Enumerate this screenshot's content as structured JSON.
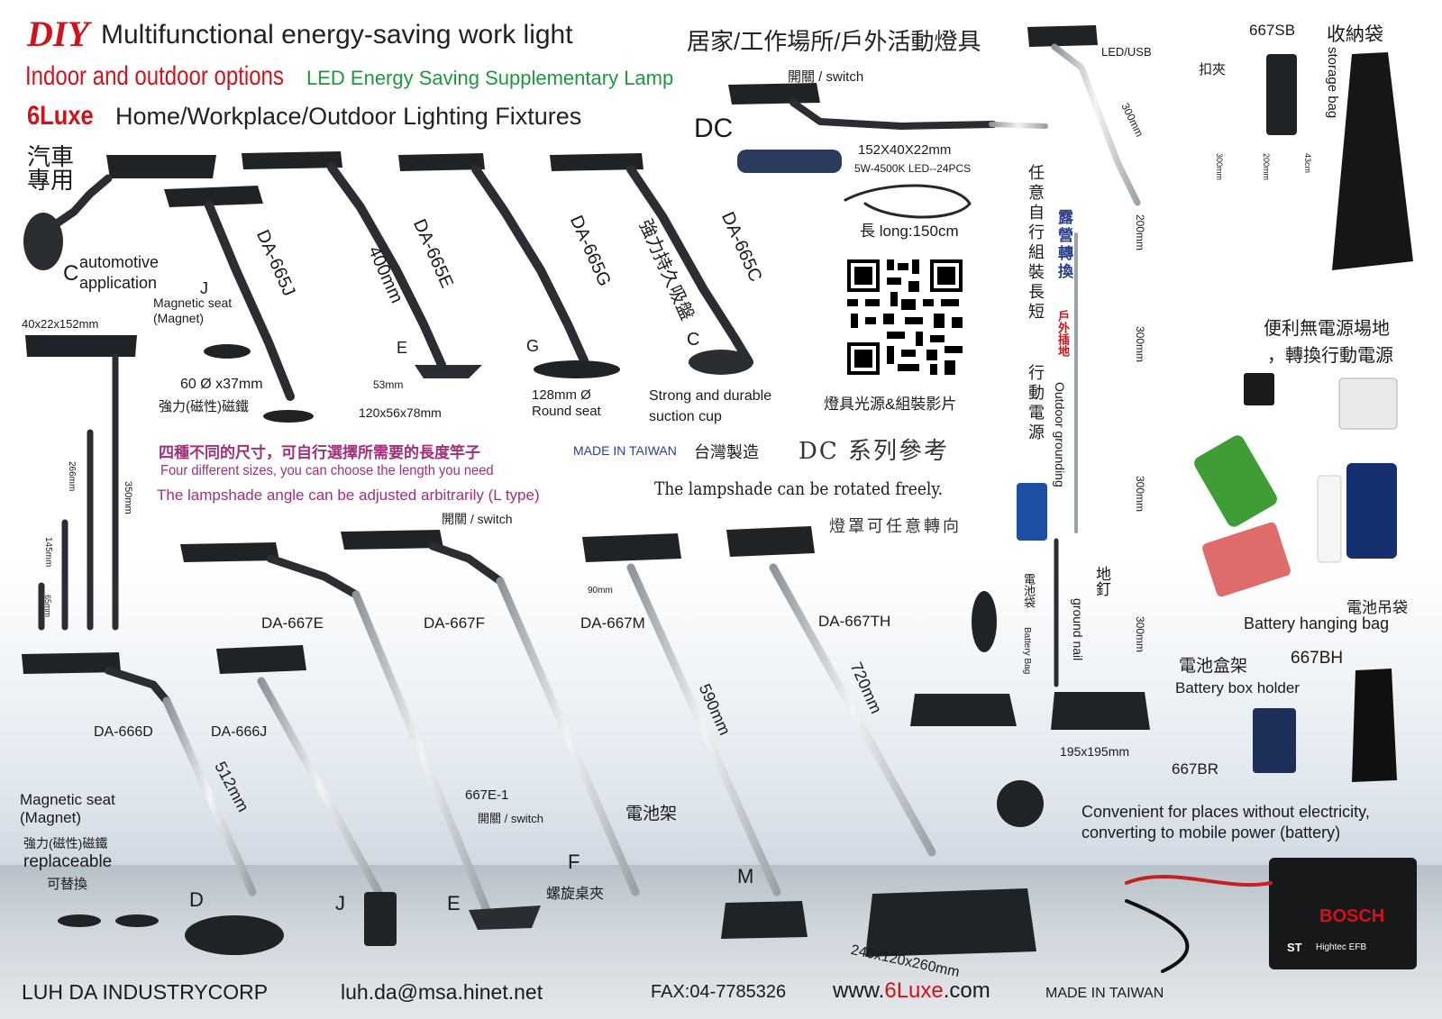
{
  "header": {
    "diy": "DIY",
    "title_en": "Multifunctional energy-saving work light",
    "title_zh": "居家/工作場所/戶外活動燈具",
    "subtitle_red": "Indoor and outdoor options",
    "subtitle_green": "LED Energy Saving Supplementary Lamp",
    "brand": "6Luxe",
    "brand_tagline": "Home/Workplace/Outdoor Lighting Fixtures"
  },
  "car_use": {
    "zh": "汽車\n專用",
    "letter": "C",
    "label": "automotive\napplication"
  },
  "dc": {
    "title": "DC",
    "dims": "152X40X22mm",
    "spec": "5W-4500K LED--24PCS",
    "cable": "長 long:150cm",
    "switch": "開關 / switch",
    "qr_caption": "燈具光源&組裝影片",
    "series_ref": "DC 系列參考"
  },
  "models_top": [
    {
      "code": "DA-665J",
      "letter": "J",
      "seat": "Magnetic seat\n(Magnet)",
      "size": "60 Ø x37mm",
      "size_zh": "強力(磁性)磁鐵"
    },
    {
      "code": "DA-665E",
      "letter": "E",
      "length": "400mm",
      "size_a": "53mm",
      "size_b": "120x56x78mm"
    },
    {
      "code": "DA-665G",
      "letter": "G",
      "size": "128mm Ø",
      "size_desc": "Round seat"
    },
    {
      "code": "DA-665C",
      "letter": "C",
      "zh": "強力持久吸盤",
      "desc": "Strong and durable\nsuction cup"
    }
  ],
  "left_column": {
    "dims": "40x22x152mm",
    "len_266": "266mm",
    "len_350": "350mm",
    "len_145": "145mm",
    "len_65": "65mm"
  },
  "notes": {
    "zh": "四種不同的尺寸，可自行選擇所需要的長度竿子",
    "made_in": "MADE IN TAIWAN",
    "made_zh": "台灣製造",
    "sizes_en": "Four different sizes, you can choose the length you need",
    "angle_en": "The lampshade angle can be adjusted arbitrarily (L type)",
    "rotate_en": "The lampshade can be rotated freely.",
    "rotate_zh": "燈罩可任意轉向"
  },
  "models_bottom": [
    {
      "code": "DA-667E",
      "switch": "開關 / switch"
    },
    {
      "code": "DA-667F"
    },
    {
      "code": "DA-667M",
      "size": "90mm",
      "length": "590mm"
    },
    {
      "code": "DA-667TH",
      "length": "720mm",
      "base": "240x120x260mm"
    },
    {
      "code": "DA-666D"
    },
    {
      "code": "DA-666J",
      "length": "512mm"
    }
  ],
  "bottom_left": {
    "seat": "Magnetic seat\n(Magnet)",
    "seat_zh": "強力(磁性)磁鐵",
    "replaceable": "replaceable",
    "replace_zh": "可替換",
    "D": "D",
    "J": "J",
    "E": "E",
    "e1": "667E-1",
    "e1_switch": "開關 / switch",
    "battery_rack": "電池架",
    "F": "F",
    "screw_clamp": "螺旋桌夾",
    "M": "M"
  },
  "pole": {
    "led_usb": "LED/USB",
    "len1": "300mm",
    "len2": "200mm",
    "len3": "300mm",
    "len4": "300mm",
    "len5": "300mm",
    "base": "195x195mm",
    "assemble_zh": "任意自行組裝長短",
    "power_zh": "行動電源",
    "camping_zh": "露營轉換",
    "outdoor_socket_zh": "戶外插地",
    "outdoor_grounding": "Outdoor grounding",
    "battery_bag_zh": "電池袋",
    "battery_bag_en": "Battery Bag",
    "ground_nail_zh": "地釘",
    "ground_nail_en": "ground nail"
  },
  "storage": {
    "code": "667SB",
    "title_zh": "收納袋",
    "title_en": "storage bag",
    "clip_zh": "扣夾",
    "len_300": "300mm",
    "len_200": "200mm",
    "len_43": "43cm"
  },
  "power": {
    "zh1": "便利無電源場地",
    "zh2": "，轉換行動電源",
    "hanging_zh": "電池吊袋",
    "hanging_en": "Battery hanging bag",
    "holder_zh": "電池盒架",
    "holder_en": "Battery box holder",
    "bh": "667BH",
    "br": "667BR",
    "convenient": "Convenient for places without electricity,\nconverting to mobile power (battery)",
    "bosch": "BOSCH",
    "bosch_st": "ST",
    "bosch_model": "Hightec EFB"
  },
  "footer": {
    "company": "LUH DA INDUSTRYCORP",
    "email": "luh.da@msa.hinet.net",
    "fax": "FAX:04-7785326",
    "web_pre": "www.",
    "web_brand": "6Luxe",
    "web_post": ".com",
    "made": "MADE IN TAIWAN"
  },
  "colors": {
    "red": "#d0121b",
    "green": "#1b9a3b",
    "purple": "#a0307a",
    "blue": "#2a3f8a"
  }
}
